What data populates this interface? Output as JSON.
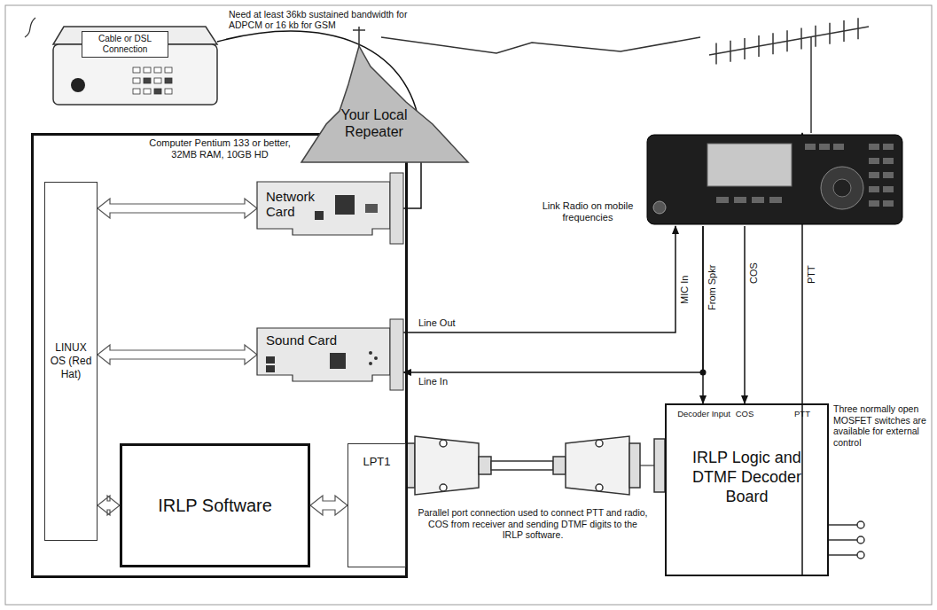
{
  "diagram": {
    "nodes": [
      {
        "text": [
          "Cable or DSL Connection"
        ]
      },
      {
        "text": [
          "Computer Pentium 133 or better, 32MB RAM, 10GB HD"
        ]
      },
      {
        "text": [
          "LINUX OS (Red Hat)"
        ],
        "in": 1
      },
      {
        "text": [
          "Network Card"
        ],
        "in": 1
      },
      {
        "text": [
          "Sound Card"
        ],
        "in": 1
      },
      {
        "text": [
          "IRLP Software"
        ],
        "in": 1
      },
      {
        "text": [
          "LPT1"
        ],
        "in": 1
      },
      {
        "text": [
          "Your Local Repeater"
        ]
      },
      {
        "text": [
          "Link Radio on mobile frequencies"
        ]
      },
      {
        "text": [
          "Decoder Input",
          "COS",
          "PTT",
          "IRLP Logic and DTMF Decoder Board"
        ]
      }
    ],
    "edges": [
      {
        "from": 0,
        "to": 3,
        "arrow": "none"
      },
      {
        "from": 2,
        "to": 3,
        "arrow": "both"
      },
      {
        "from": 2,
        "to": 4,
        "arrow": "both"
      },
      {
        "from": 2,
        "to": 5,
        "arrow": "both"
      },
      {
        "from": 5,
        "to": 6,
        "arrow": "both"
      },
      {
        "from": 6,
        "to": 9,
        "arrow": "none"
      },
      {
        "from": 4,
        "to": 8,
        "label": "Line Out",
        "arrow": "to"
      },
      {
        "from": 8,
        "to": 4,
        "label": "Line In",
        "arrow": "to"
      },
      {
        "from": 8,
        "to": 9,
        "label": "From Spkr",
        "arrow": "to"
      },
      {
        "from": 8,
        "to": 9,
        "label": "COS",
        "arrow": "to"
      },
      {
        "from": 9,
        "to": 8,
        "label": "PTT",
        "arrow": "to"
      }
    ],
    "labels": [
      "Need at least 36kb sustained bandwidth for ADPCM or 16 kb for GSM",
      "MIC In",
      "Three normally open MOSFET switches are available for external control",
      "Parallel port connection used to connect PTT and radio, COS from receiver and sending DTMF digits to the IRLP software."
    ]
  }
}
